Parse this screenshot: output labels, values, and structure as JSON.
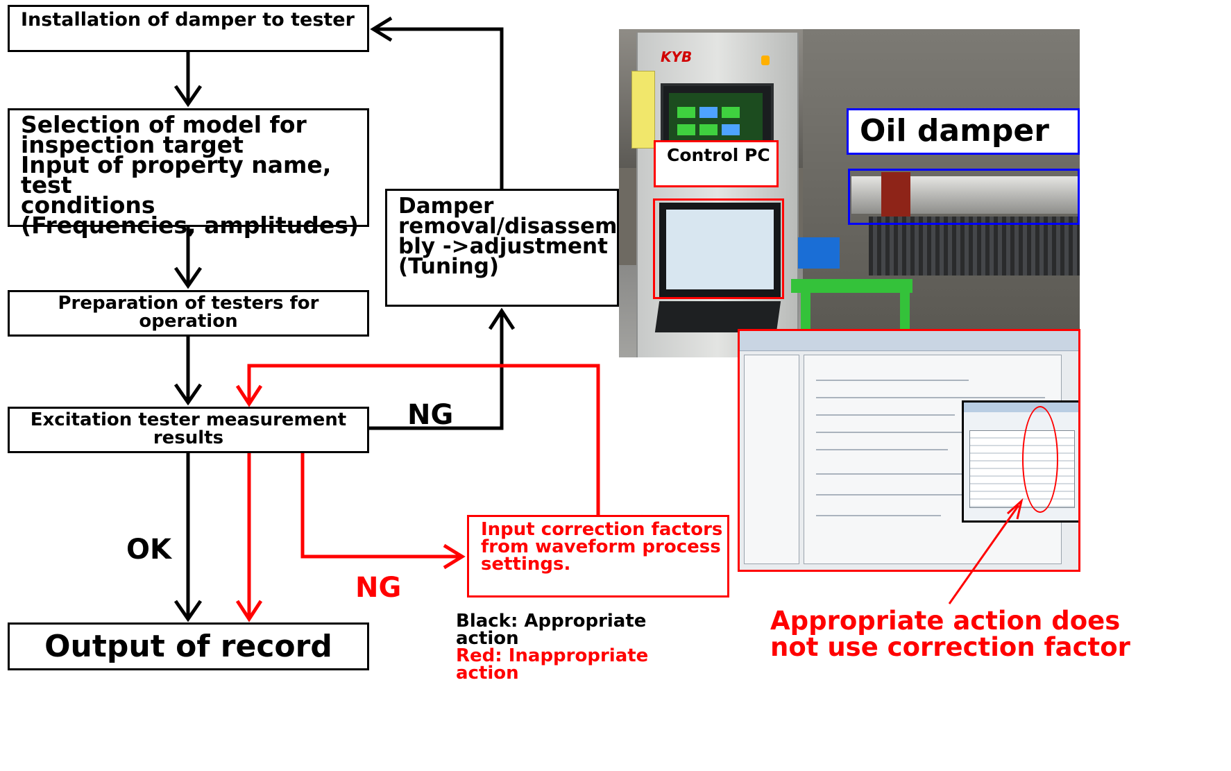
{
  "flow": {
    "install": "Installation of damper to tester",
    "selection": [
      "Selection of model for",
      "inspection target",
      "Input of property name, test",
      "conditions",
      "(Frequencies, amplitudes)"
    ],
    "preparation": [
      "Preparation of testers for",
      "operation"
    ],
    "measurement": [
      "Excitation tester measurement",
      "results"
    ],
    "output": "Output of record",
    "removal": [
      "Damper",
      "removal/disassem",
      "bly ->adjustment",
      "(Tuning)"
    ],
    "correction": [
      "Input correction factors",
      "from waveform process",
      "settings."
    ],
    "ok_label": "OK",
    "ng_black_label": "NG",
    "ng_red_label": "NG"
  },
  "legend": {
    "black_line1": "Black: Appropriate",
    "black_line2": "action",
    "red_line1": "Red: Inappropriate",
    "red_line2": "action"
  },
  "photo": {
    "control_pc_label": "Control PC",
    "oil_damper_label": "Oil damper",
    "kyb_logo": "KYB"
  },
  "note": {
    "line1": "Appropriate action does",
    "line2": "not use correction factor"
  },
  "colors": {
    "black": "#000000",
    "red": "#ff0000",
    "blue": "#0000ff"
  }
}
